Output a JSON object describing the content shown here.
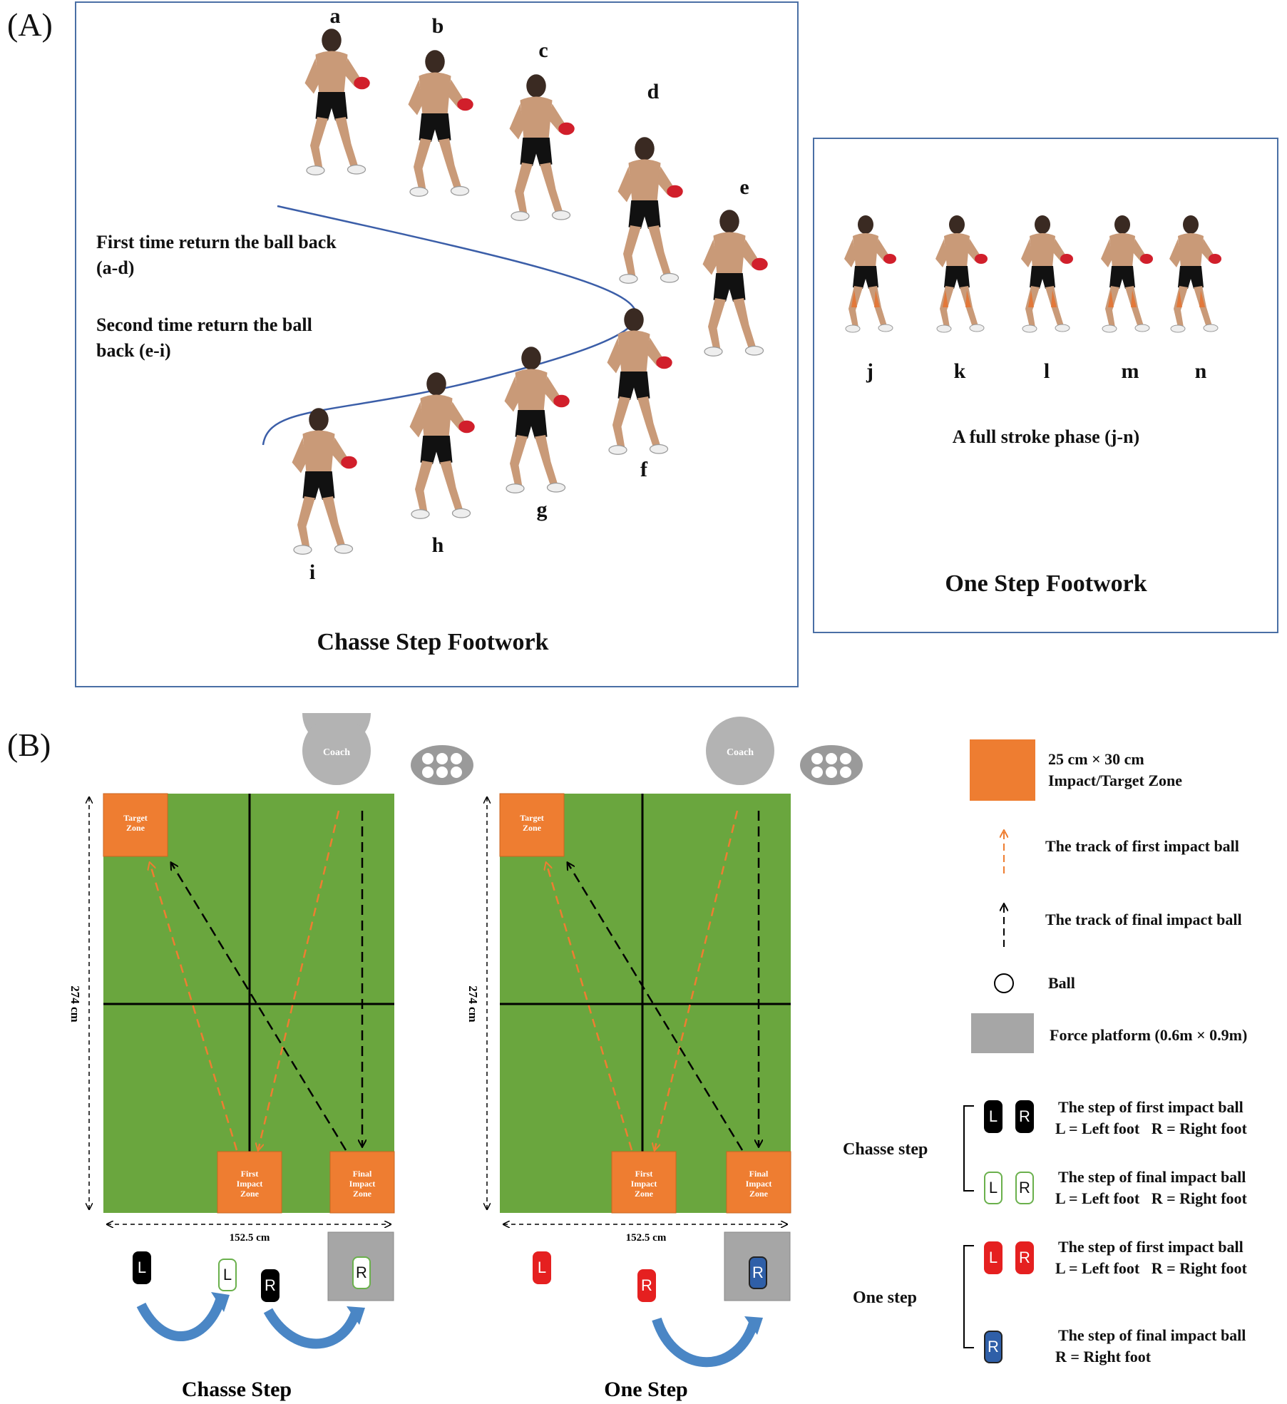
{
  "panel_a": {
    "label": "(A)",
    "chasse_title": "Chasse Step Footwork",
    "first_return": "First time return the ball back (a-d)",
    "second_return": "Second time return the ball back (e-i)",
    "chasse_letters": [
      "a",
      "b",
      "c",
      "d",
      "e",
      "f",
      "g",
      "h",
      "i"
    ],
    "one_step_title": "One Step Footwork",
    "stroke_phase": "A full stroke phase (j-n)",
    "one_step_letters": [
      "j",
      "k",
      "l",
      "m",
      "n"
    ]
  },
  "panel_b": {
    "label": "(B)",
    "coach": "Coach",
    "target_zone": "Target Zone",
    "first_impact_zone": "First Impact Zone",
    "final_impact_zone": "Final Impact Zone",
    "length": "274 cm",
    "width": "152.5 cm",
    "caption_chasse": "Chasse Step",
    "caption_one": "One Step",
    "foot_left": "L",
    "foot_right": "R"
  },
  "legend": {
    "zone": "25 cm × 30 cm Impact/Target Zone",
    "first_track": "The track of first impact ball",
    "final_track": "The track of final impact ball",
    "ball": "Ball",
    "platform": "Force platform (0.6m × 0.9m)",
    "chasse_label": "Chasse step",
    "one_label": "One step",
    "first_step": "The step of first impact ball",
    "final_step": "The step of final impact ball",
    "lr_def": "L = Left foot   R = Right foot",
    "r_def": "R = Right foot"
  },
  "colors": {
    "table": "#6aa63e",
    "zone": "#ee7d31",
    "box_border": "#4a6fa5",
    "arrow_blue": "#4a86c5",
    "platform": "#a6a6a6",
    "coach": "#b3b3b3"
  }
}
